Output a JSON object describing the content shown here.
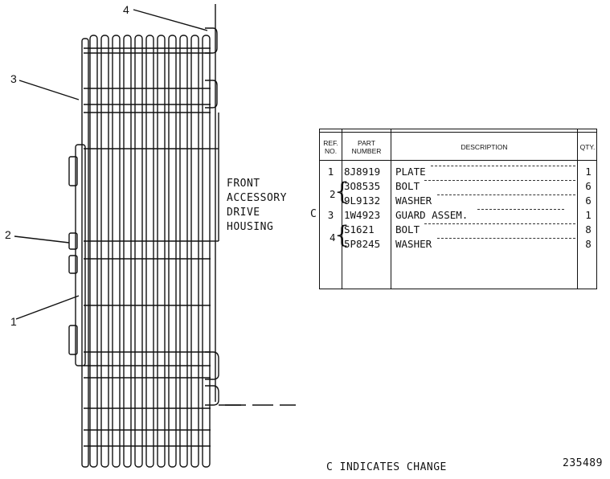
{
  "callouts": {
    "c1": "1",
    "c2": "2",
    "c3": "3",
    "c4": "4"
  },
  "housing_label": [
    "FRONT",
    "ACCESSORY",
    "DRIVE",
    "HOUSING"
  ],
  "table": {
    "headers": {
      "ref_line1": "REF.",
      "ref_line2": "NO.",
      "part_line1": "PART",
      "part_line2": "NUMBER",
      "description": "DESCRIPTION",
      "qty": "QTY."
    },
    "rows": [
      {
        "ref": "1",
        "part": "8J8919",
        "desc": "PLATE",
        "qty": "1"
      },
      {
        "ref": "",
        "part": "3O8535",
        "desc": "BOLT",
        "qty": "6"
      },
      {
        "ref": "",
        "part": "9L9132",
        "desc": "WASHER",
        "qty": "6"
      },
      {
        "ref": "3",
        "part": "1W4923",
        "desc": "GUARD ASSEM.",
        "qty": "1"
      },
      {
        "ref": "",
        "part": "S1621",
        "desc": "BOLT",
        "qty": "8"
      },
      {
        "ref": "",
        "part": "5P8245",
        "desc": "WASHER",
        "qty": "8"
      }
    ],
    "group_refs": {
      "g2": "2",
      "g4": "4"
    },
    "change_flag": "C"
  },
  "footer_note": "C INDICATES CHANGE",
  "drawing_number": "235489"
}
